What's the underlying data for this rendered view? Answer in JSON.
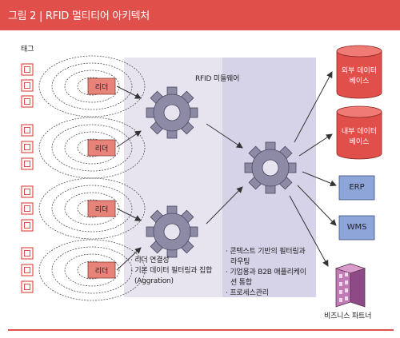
{
  "title": "그림 2 | RFID 멀티티어 아키텍처",
  "diagram": {
    "tag_label": "태그",
    "middleware_label": "RFID 미들웨어",
    "reader_label": "리더",
    "db_outer_label": [
      "외부 데이터",
      "베이스"
    ],
    "db_inner_label": [
      "내부 데이터",
      "베이스"
    ],
    "erp_label": "ERP",
    "wms_label": "WMS",
    "partner_label": "비즈니스 파트너",
    "left_notes": [
      "· 리더 연결성",
      "· 기본 데이터 필터링과 집합",
      "(Aggration)"
    ],
    "right_notes": [
      "· 콘텍스트 기반의 필터링과",
      "라우팅",
      "· 기업용과 B2B 애플리케이",
      "션 통합",
      "· 프로세스관리"
    ]
  },
  "colors": {
    "accent": "#e14f4a",
    "reader_fill": "#e8837a",
    "gear_fill": "#8d8aa6",
    "db_fill": "#e14f4a",
    "box_fill": "#8da5d9",
    "middleware_bg": "#e7e4f0",
    "middleware_bg_right": "#d6d3e8"
  }
}
